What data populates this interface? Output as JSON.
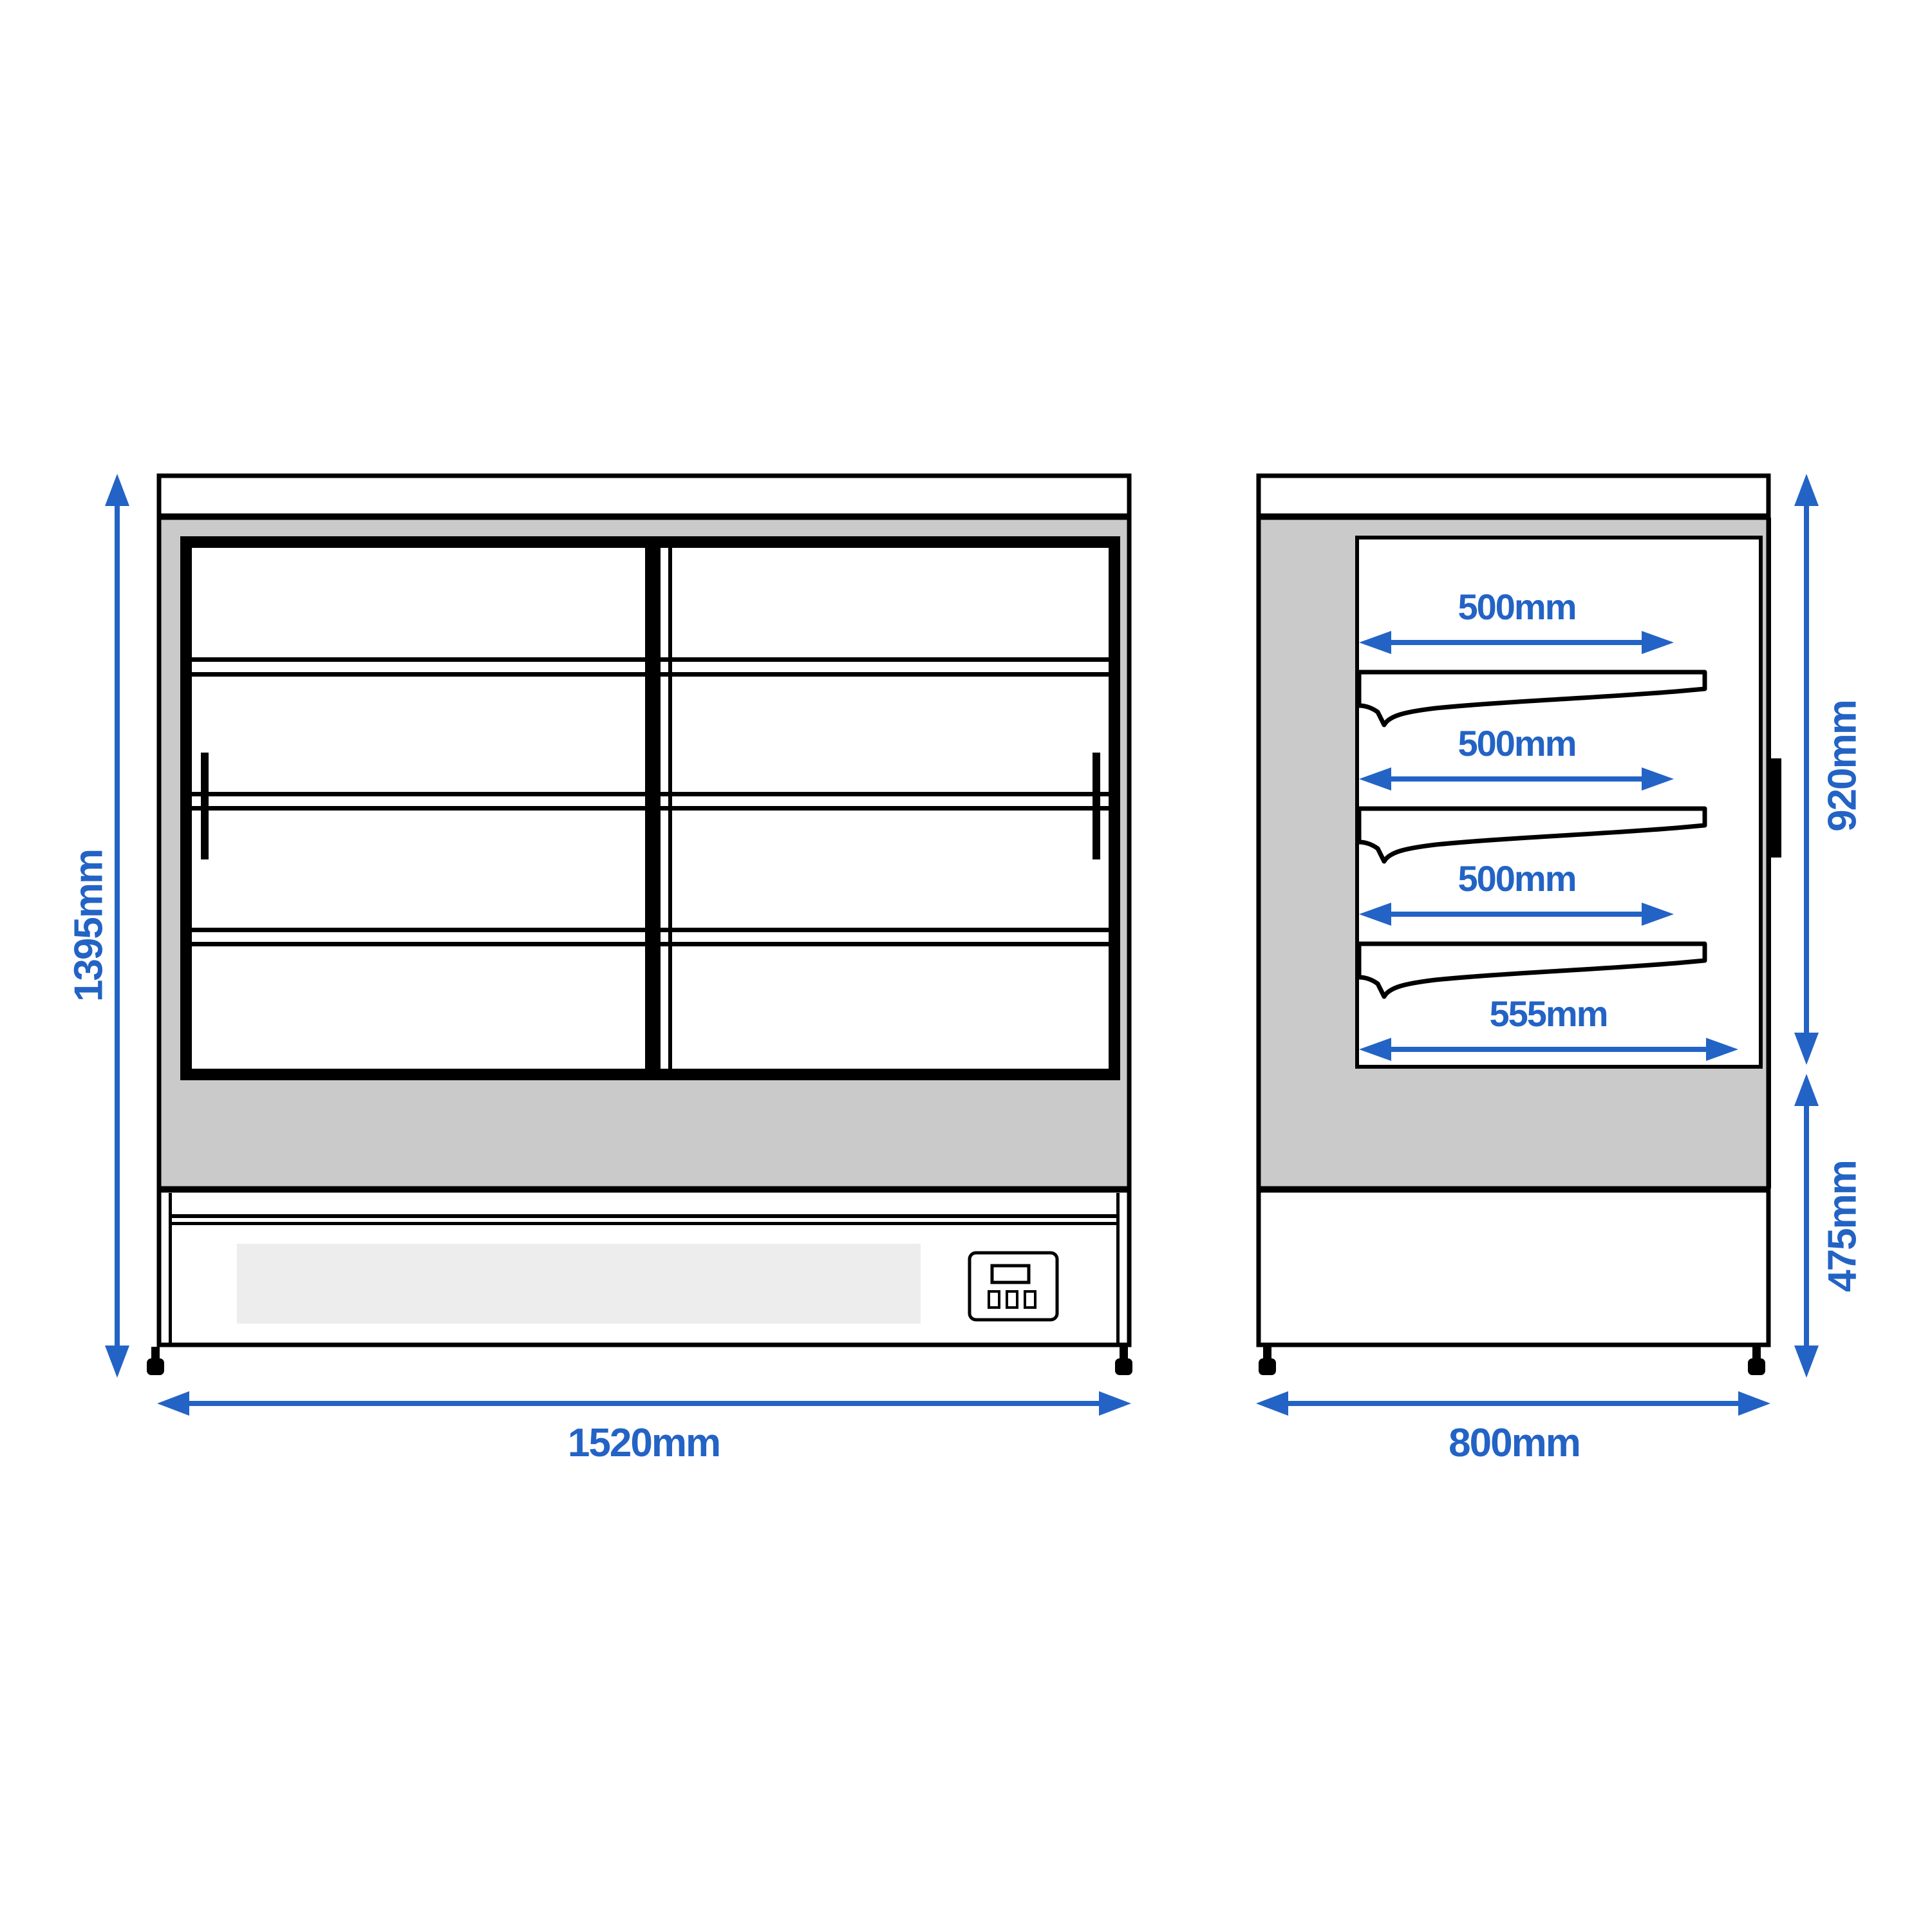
{
  "diagram": {
    "front_view": {
      "height_label": "1395mm",
      "width_label": "1520mm"
    },
    "side_view": {
      "shelf_labels": [
        "500mm",
        "500mm",
        "500mm"
      ],
      "base_shelf_label": "555mm",
      "upper_height_label": "920mm",
      "lower_height_label": "475mm",
      "depth_label": "800mm"
    },
    "colors": {
      "accent_blue": "#2363c5",
      "body_gray": "#cacaca",
      "grille_gray": "#ededed",
      "line_black": "#000000",
      "background": "#ffffff"
    }
  }
}
